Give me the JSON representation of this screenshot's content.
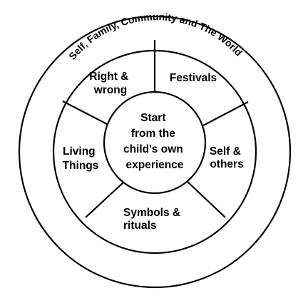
{
  "diagram": {
    "outer_ring_text": "Self, Family, Community and The World",
    "center": {
      "lines": [
        "Start",
        "from the",
        "child's own",
        "experience"
      ]
    },
    "segments": [
      {
        "id": "right-and-wrong",
        "lines": [
          "Right &",
          "wrong"
        ]
      },
      {
        "id": "festivals",
        "lines": [
          "Festivals"
        ]
      },
      {
        "id": "self-and-others",
        "lines": [
          "Self &",
          "others"
        ]
      },
      {
        "id": "symbols-and-rituals",
        "lines": [
          "Symbols &",
          "rituals"
        ]
      },
      {
        "id": "living-things",
        "lines": [
          "Living",
          "Things"
        ]
      }
    ],
    "colors": {
      "stroke": "#000000",
      "fill": "#ffffff",
      "text": "#000000"
    }
  }
}
